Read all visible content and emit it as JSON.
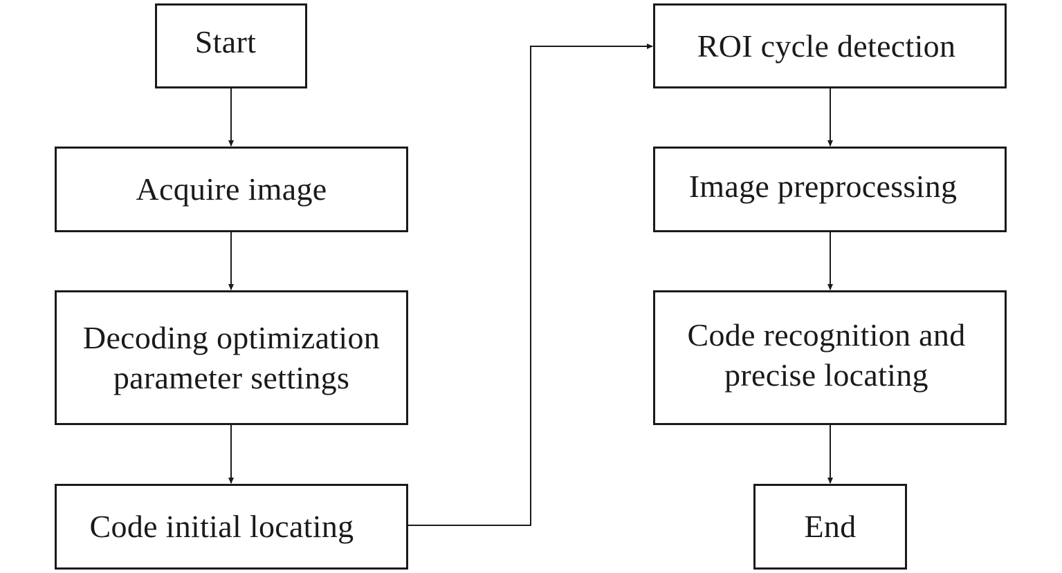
{
  "flowchart": {
    "nodes": {
      "start": "Start",
      "acquire": "Acquire image",
      "decode": "Decoding optimization\nparameter settings",
      "initial": "Code initial locating",
      "roi": "ROI cycle detection",
      "prep": "Image preprocessing",
      "recog": "Code recognition and\nprecise locating",
      "end": "End"
    },
    "edges": [
      {
        "from": "start",
        "to": "acquire"
      },
      {
        "from": "acquire",
        "to": "decode"
      },
      {
        "from": "decode",
        "to": "initial"
      },
      {
        "from": "initial",
        "to": "roi"
      },
      {
        "from": "roi",
        "to": "prep"
      },
      {
        "from": "prep",
        "to": "recog"
      },
      {
        "from": "recog",
        "to": "end"
      }
    ]
  }
}
